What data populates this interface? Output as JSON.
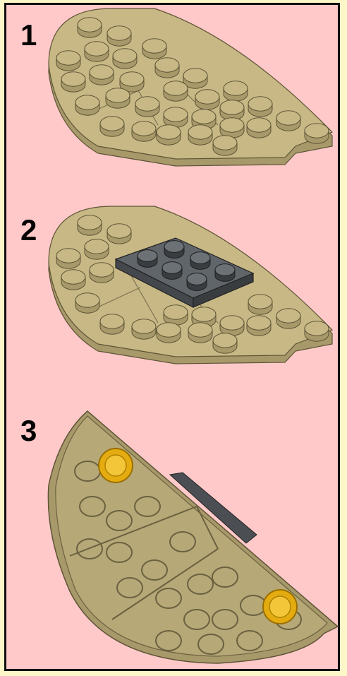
{
  "steps": [
    {
      "number": "1"
    },
    {
      "number": "2"
    },
    {
      "number": "3"
    }
  ],
  "colors": {
    "background": "#ffc9c9",
    "border": "#111111",
    "outer_margin": "#fdf6c8",
    "tan_plate": "#c7b885",
    "tan_edge": "#a8996a",
    "dark_plate": "#565a5e",
    "trans_yellow_stud": "#e4ac10"
  },
  "parts": {
    "step_1": [
      "tan-half-round-plate"
    ],
    "step_2": [
      "tan-half-round-plate",
      "dark-gray-2x4-plate"
    ],
    "step_3": [
      "tan-half-round-plate-underside",
      "trans-yellow-round-1x1"
    ]
  }
}
